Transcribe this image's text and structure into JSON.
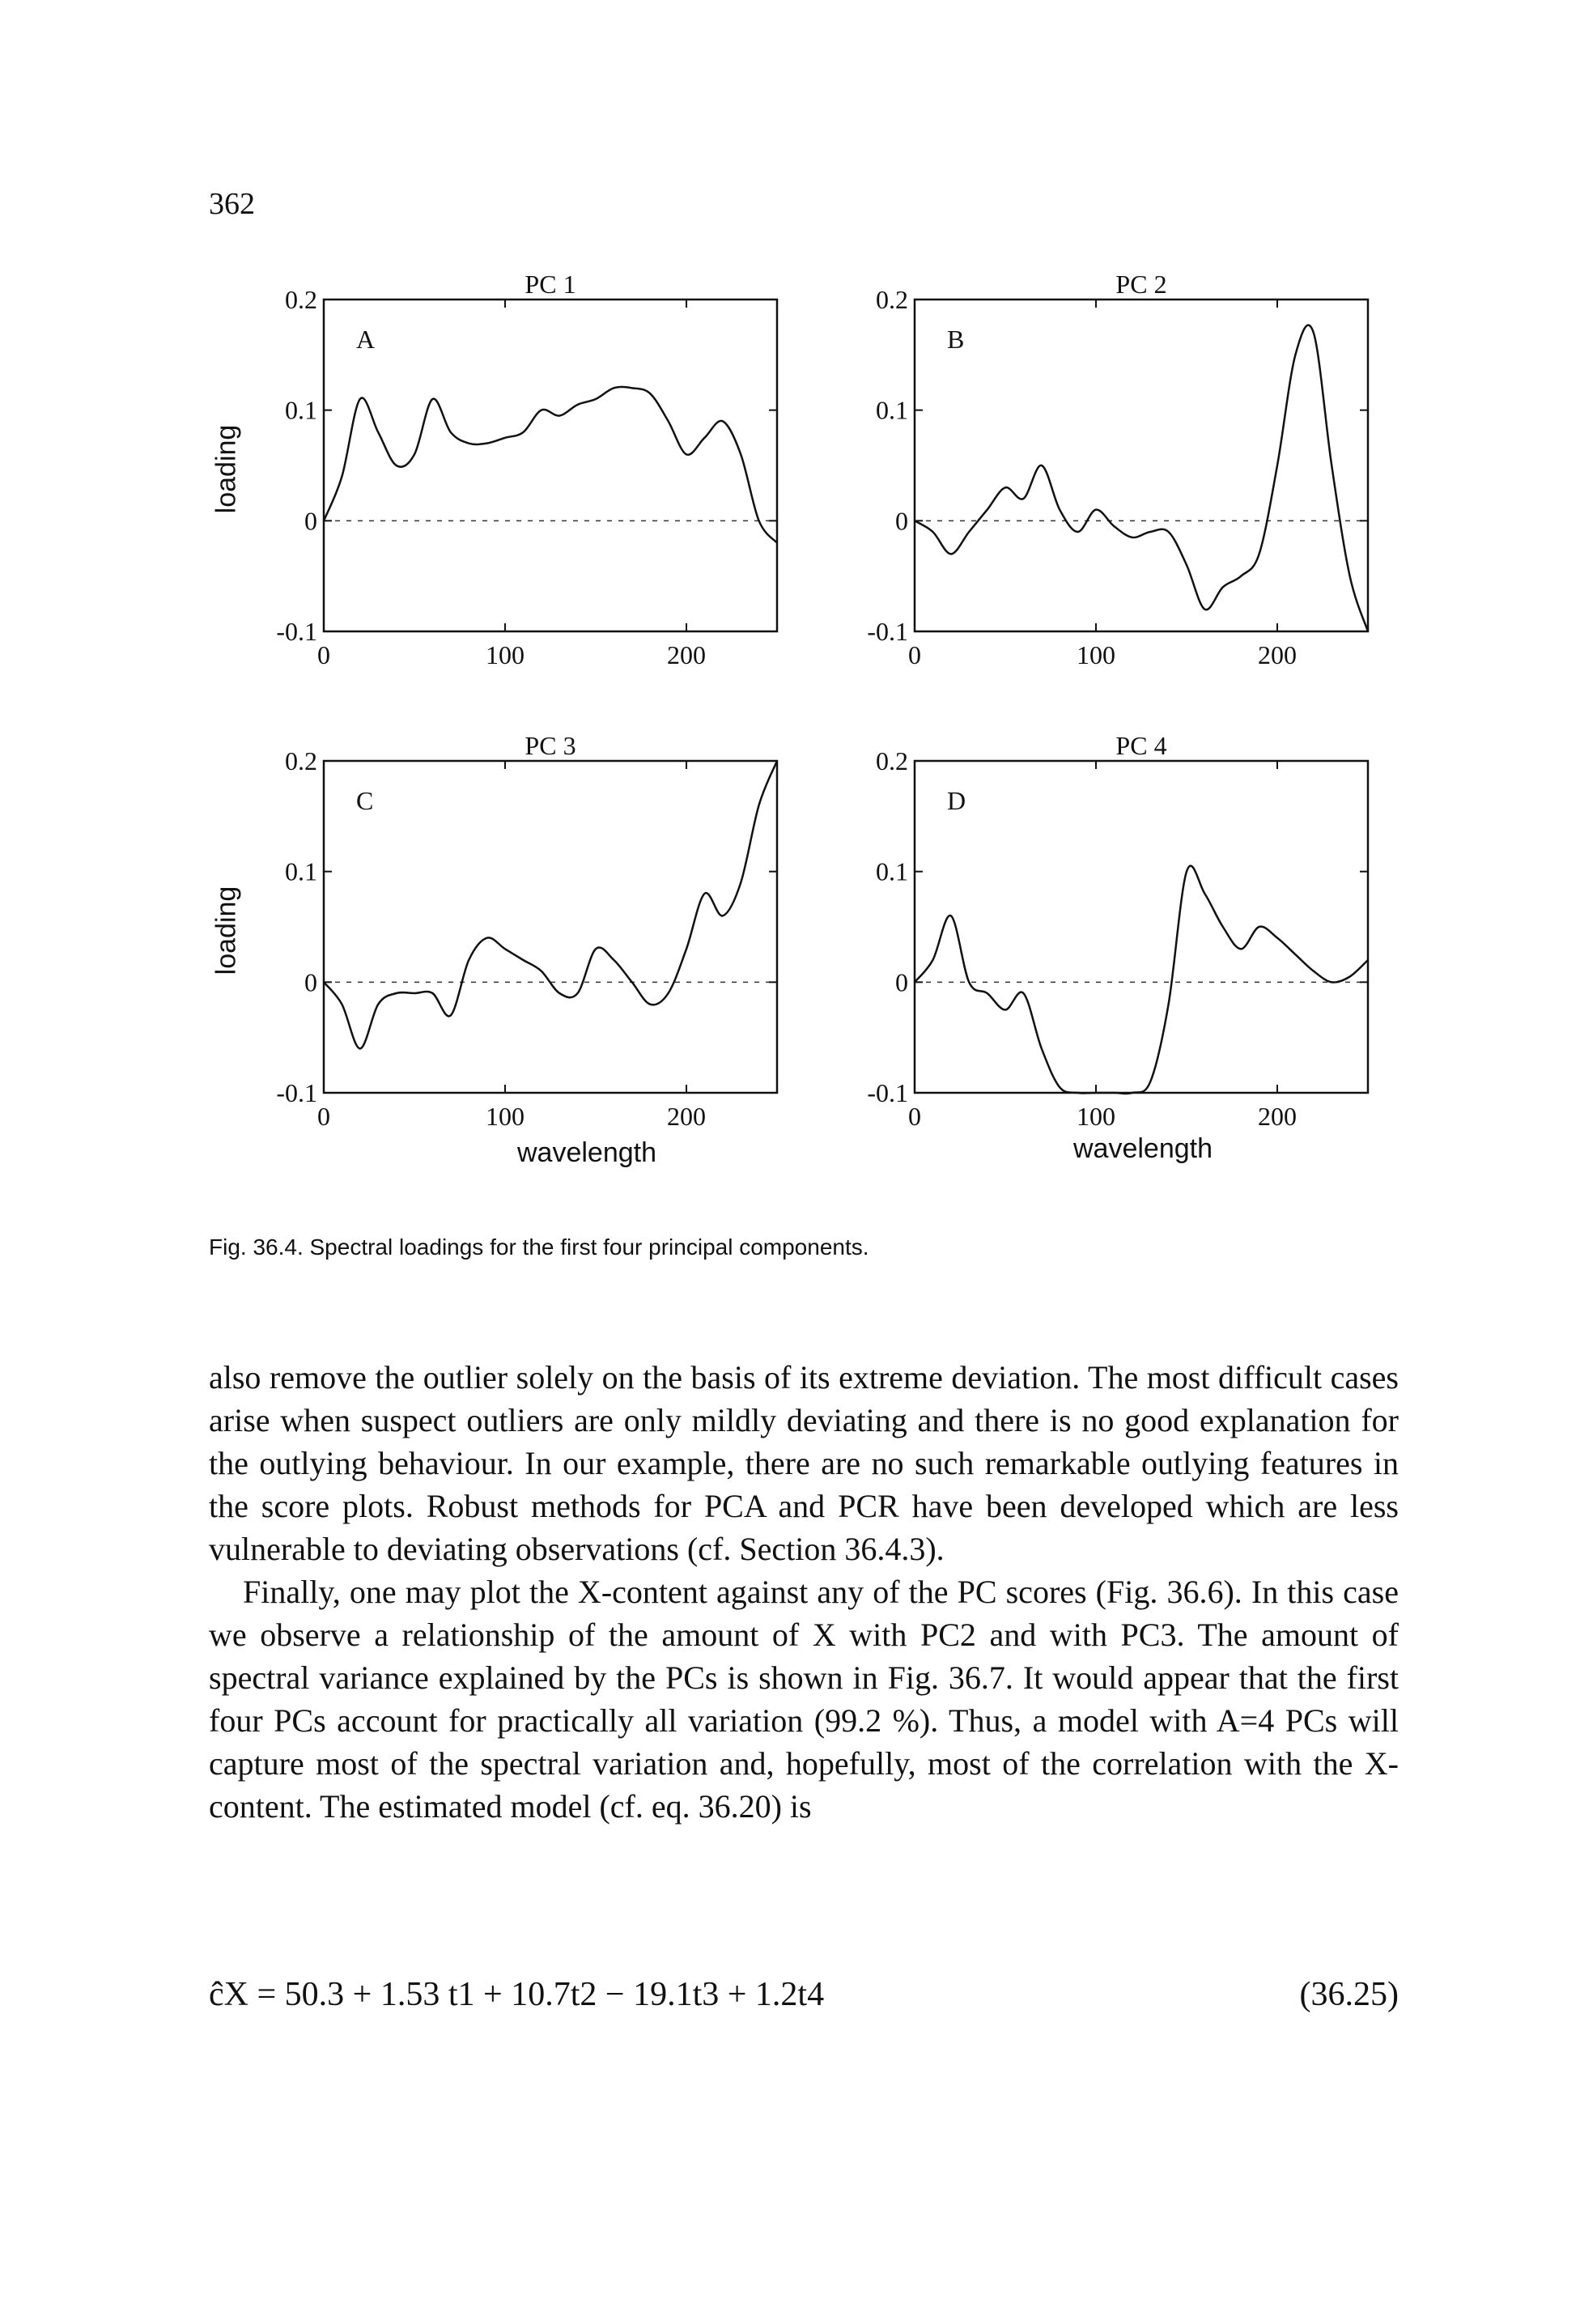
{
  "page_number": "362",
  "figure": {
    "y_axis_label": "loading",
    "x_axis_label": "wavelength",
    "caption": "Fig. 36.4. Spectral loadings for the first four principal components."
  },
  "chart_data": [
    {
      "type": "line",
      "title": "PC 1",
      "panel_label": "A",
      "xlim": [
        0,
        250
      ],
      "ylim": [
        -0.1,
        0.2
      ],
      "xticks": [
        "0",
        "100",
        "200"
      ],
      "yticks": [
        "0.2",
        "0.1",
        "0",
        "-0.1"
      ],
      "ylabel": "loading",
      "xlabel": "",
      "x": [
        0,
        10,
        20,
        30,
        40,
        50,
        60,
        70,
        80,
        90,
        100,
        110,
        120,
        130,
        140,
        150,
        160,
        170,
        180,
        190,
        200,
        210,
        220,
        230,
        240,
        250
      ],
      "y": [
        0.0,
        0.04,
        0.11,
        0.08,
        0.05,
        0.06,
        0.11,
        0.08,
        0.07,
        0.07,
        0.075,
        0.08,
        0.1,
        0.095,
        0.105,
        0.11,
        0.12,
        0.12,
        0.115,
        0.09,
        0.06,
        0.075,
        0.09,
        0.06,
        0.0,
        -0.02
      ]
    },
    {
      "type": "line",
      "title": "PC 2",
      "panel_label": "B",
      "xlim": [
        0,
        250
      ],
      "ylim": [
        -0.1,
        0.2
      ],
      "xticks": [
        "0",
        "100",
        "200"
      ],
      "yticks": [
        "0.2",
        "0.1",
        "0",
        "-0.1"
      ],
      "ylabel": "",
      "xlabel": "",
      "x": [
        0,
        10,
        20,
        30,
        40,
        50,
        60,
        70,
        80,
        90,
        100,
        110,
        120,
        130,
        140,
        150,
        160,
        170,
        180,
        190,
        200,
        210,
        220,
        230,
        240,
        250
      ],
      "y": [
        0.0,
        -0.01,
        -0.03,
        -0.01,
        0.01,
        0.03,
        0.02,
        0.05,
        0.01,
        -0.01,
        0.01,
        -0.005,
        -0.015,
        -0.01,
        -0.01,
        -0.04,
        -0.08,
        -0.06,
        -0.05,
        -0.03,
        0.05,
        0.15,
        0.17,
        0.05,
        -0.05,
        -0.1
      ]
    },
    {
      "type": "line",
      "title": "PC 3",
      "panel_label": "C",
      "xlim": [
        0,
        250
      ],
      "ylim": [
        -0.1,
        0.2
      ],
      "xticks": [
        "0",
        "100",
        "200"
      ],
      "yticks": [
        "0.2",
        "0.1",
        "0",
        "-0.1"
      ],
      "ylabel": "loading",
      "xlabel": "wavelength",
      "x": [
        0,
        10,
        20,
        30,
        40,
        50,
        60,
        70,
        80,
        90,
        100,
        110,
        120,
        130,
        140,
        150,
        160,
        170,
        180,
        190,
        200,
        210,
        220,
        230,
        240,
        250
      ],
      "y": [
        0.0,
        -0.02,
        -0.06,
        -0.02,
        -0.01,
        -0.01,
        -0.01,
        -0.03,
        0.02,
        0.04,
        0.03,
        0.02,
        0.01,
        -0.01,
        -0.01,
        0.03,
        0.02,
        0.0,
        -0.02,
        -0.01,
        0.03,
        0.08,
        0.06,
        0.09,
        0.16,
        0.2
      ]
    },
    {
      "type": "line",
      "title": "PC 4",
      "panel_label": "D",
      "xlim": [
        0,
        250
      ],
      "ylim": [
        -0.1,
        0.2
      ],
      "xticks": [
        "0",
        "100",
        "200"
      ],
      "yticks": [
        "0.2",
        "0.1",
        "0",
        "-0.1"
      ],
      "ylabel": "",
      "xlabel": "wavelength",
      "x": [
        0,
        10,
        20,
        30,
        40,
        50,
        60,
        70,
        80,
        90,
        100,
        110,
        120,
        130,
        140,
        150,
        160,
        170,
        180,
        190,
        200,
        210,
        220,
        230,
        240,
        250
      ],
      "y": [
        0.0,
        0.02,
        0.06,
        0.0,
        -0.01,
        -0.025,
        -0.01,
        -0.06,
        -0.095,
        -0.1,
        -0.1,
        -0.1,
        -0.1,
        -0.09,
        -0.02,
        0.1,
        0.08,
        0.05,
        0.03,
        0.05,
        0.04,
        0.025,
        0.01,
        0.0,
        0.005,
        0.02
      ]
    }
  ],
  "body": {
    "paragraph1": "also remove the outlier solely on the basis of its extreme deviation. The most difficult cases arise when suspect outliers are only mildly deviating and there is no good explanation for the outlying behaviour. In our example, there are no such remarkable outlying features in the score plots. Robust methods for PCA and PCR have been developed which are less vulnerable to deviating observations (cf. Section 36.4.3).",
    "paragraph2": "Finally, one may plot the X-content against any of the PC scores (Fig. 36.6). In this case we observe a relationship of the amount of X with PC2 and with PC3. The amount of spectral variance explained by the PCs is shown in Fig. 36.7. It would appear that the first four PCs account for practically all variation (99.2 %). Thus, a model with A=4 PCs will capture most of the spectral variation and, hopefully, most of the correlation with the X-content. The estimated model (cf. eq. 36.20) is"
  },
  "equation": {
    "lhs": "ĉX",
    "rhs": "= 50.3 + 1.53 t1 + 10.7t2 − 19.1t3 + 1.2t4",
    "number": "(36.25)"
  }
}
